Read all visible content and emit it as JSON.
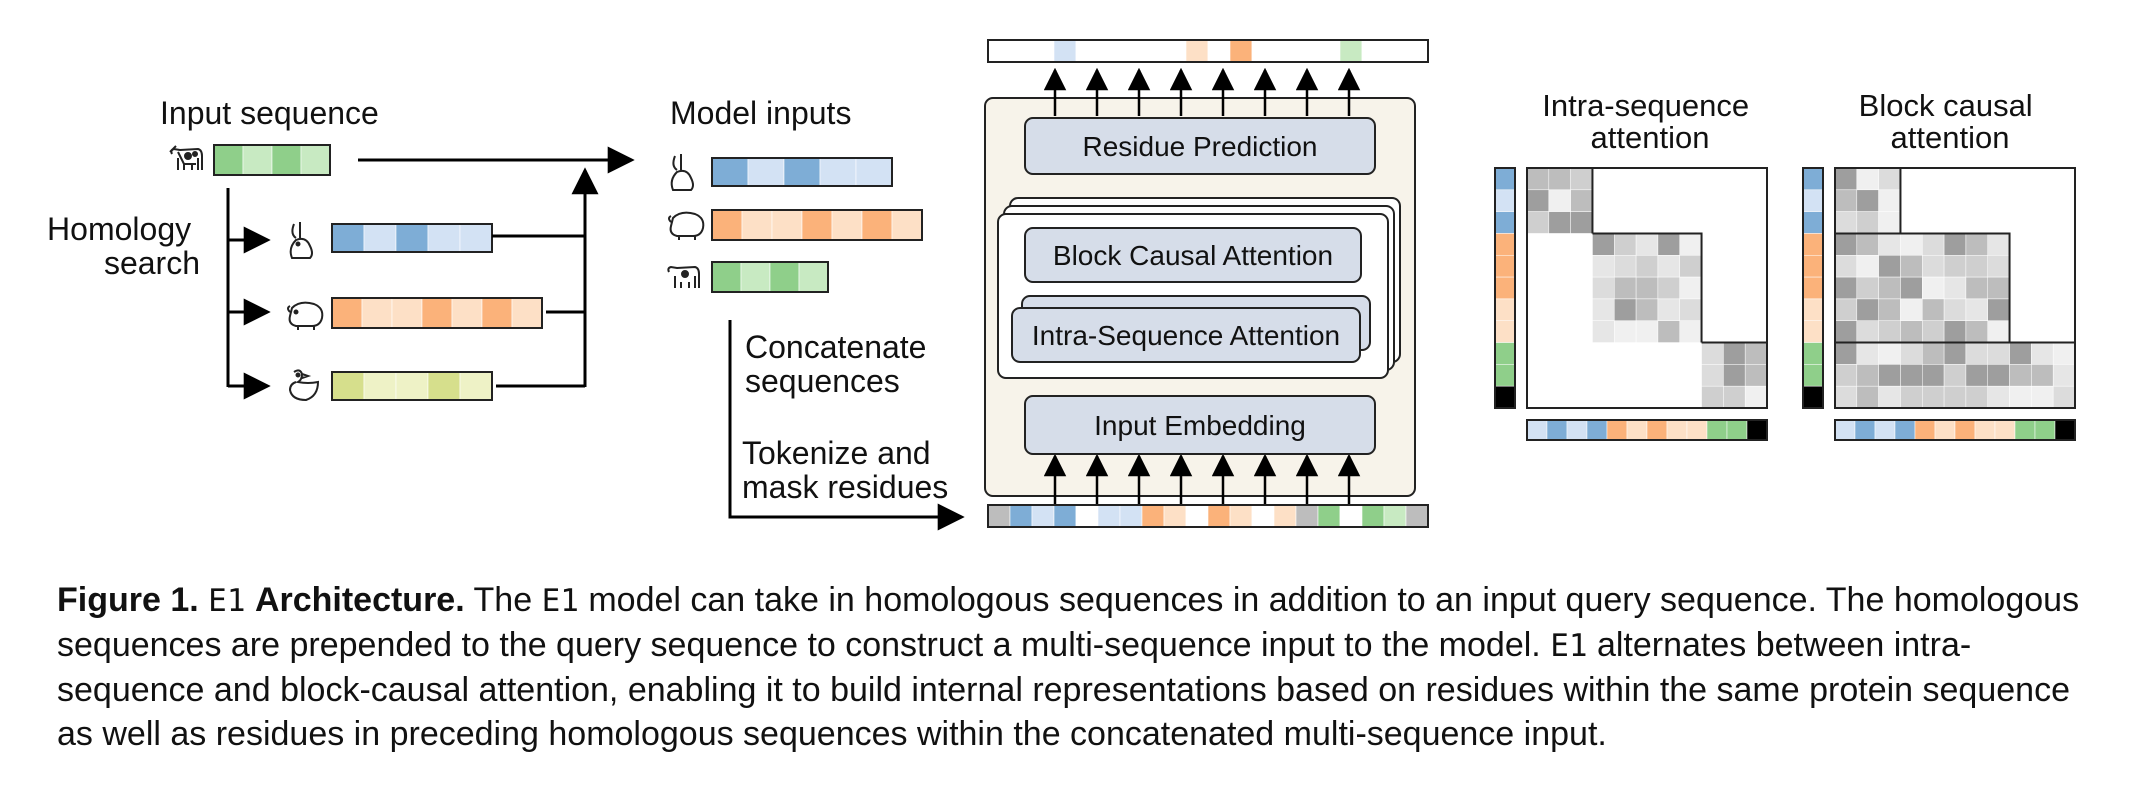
{
  "figure": {
    "input_sequence_label": "Input sequence",
    "homology_search_label": [
      "Homology",
      "search"
    ],
    "model_inputs_label": "Model inputs",
    "concatenate_label": [
      "Concatenate",
      "sequences"
    ],
    "tokenize_label": [
      "Tokenize and",
      "mask residues"
    ],
    "blocks": {
      "residue_prediction": "Residue Prediction",
      "block_causal": "Block Causal Attention",
      "intra_sequence": "Intra-Sequence Attention",
      "input_embedding": "Input Embedding"
    },
    "intra_attention_title": [
      "Intra-sequence",
      "attention"
    ],
    "block_causal_title": [
      "Block causal",
      "attention"
    ],
    "animals": [
      "cow",
      "rabbit",
      "pig",
      "duck"
    ],
    "colors": {
      "green": "#8fcf8a",
      "green_light": "#c8eac2",
      "blue": "#7eadd6",
      "blue_light": "#d3e2f4",
      "orange": "#fbb27a",
      "orange_light": "#fde0c6",
      "olive": "#d6df8c",
      "olive_light": "#eef2c6",
      "gray": "#bdbdbd",
      "block_fill": "#d6dde9",
      "panel_fill": "#f7f3ea"
    }
  },
  "caption": {
    "label": "Figure 1.",
    "model": "E1",
    "title": "Architecture.",
    "t1": "The",
    "t2": "model can take in homologous sequences in addition to an input query sequence. The homologous sequences are prepended to the query sequence to construct a multi-sequence input to the model.",
    "t3": "alternates between intra-sequence and block-causal attention, enabling it to build internal representations based on residues within the same protein sequence as well as residues in preceding homologous sequences within the concatenated multi-sequence input."
  }
}
